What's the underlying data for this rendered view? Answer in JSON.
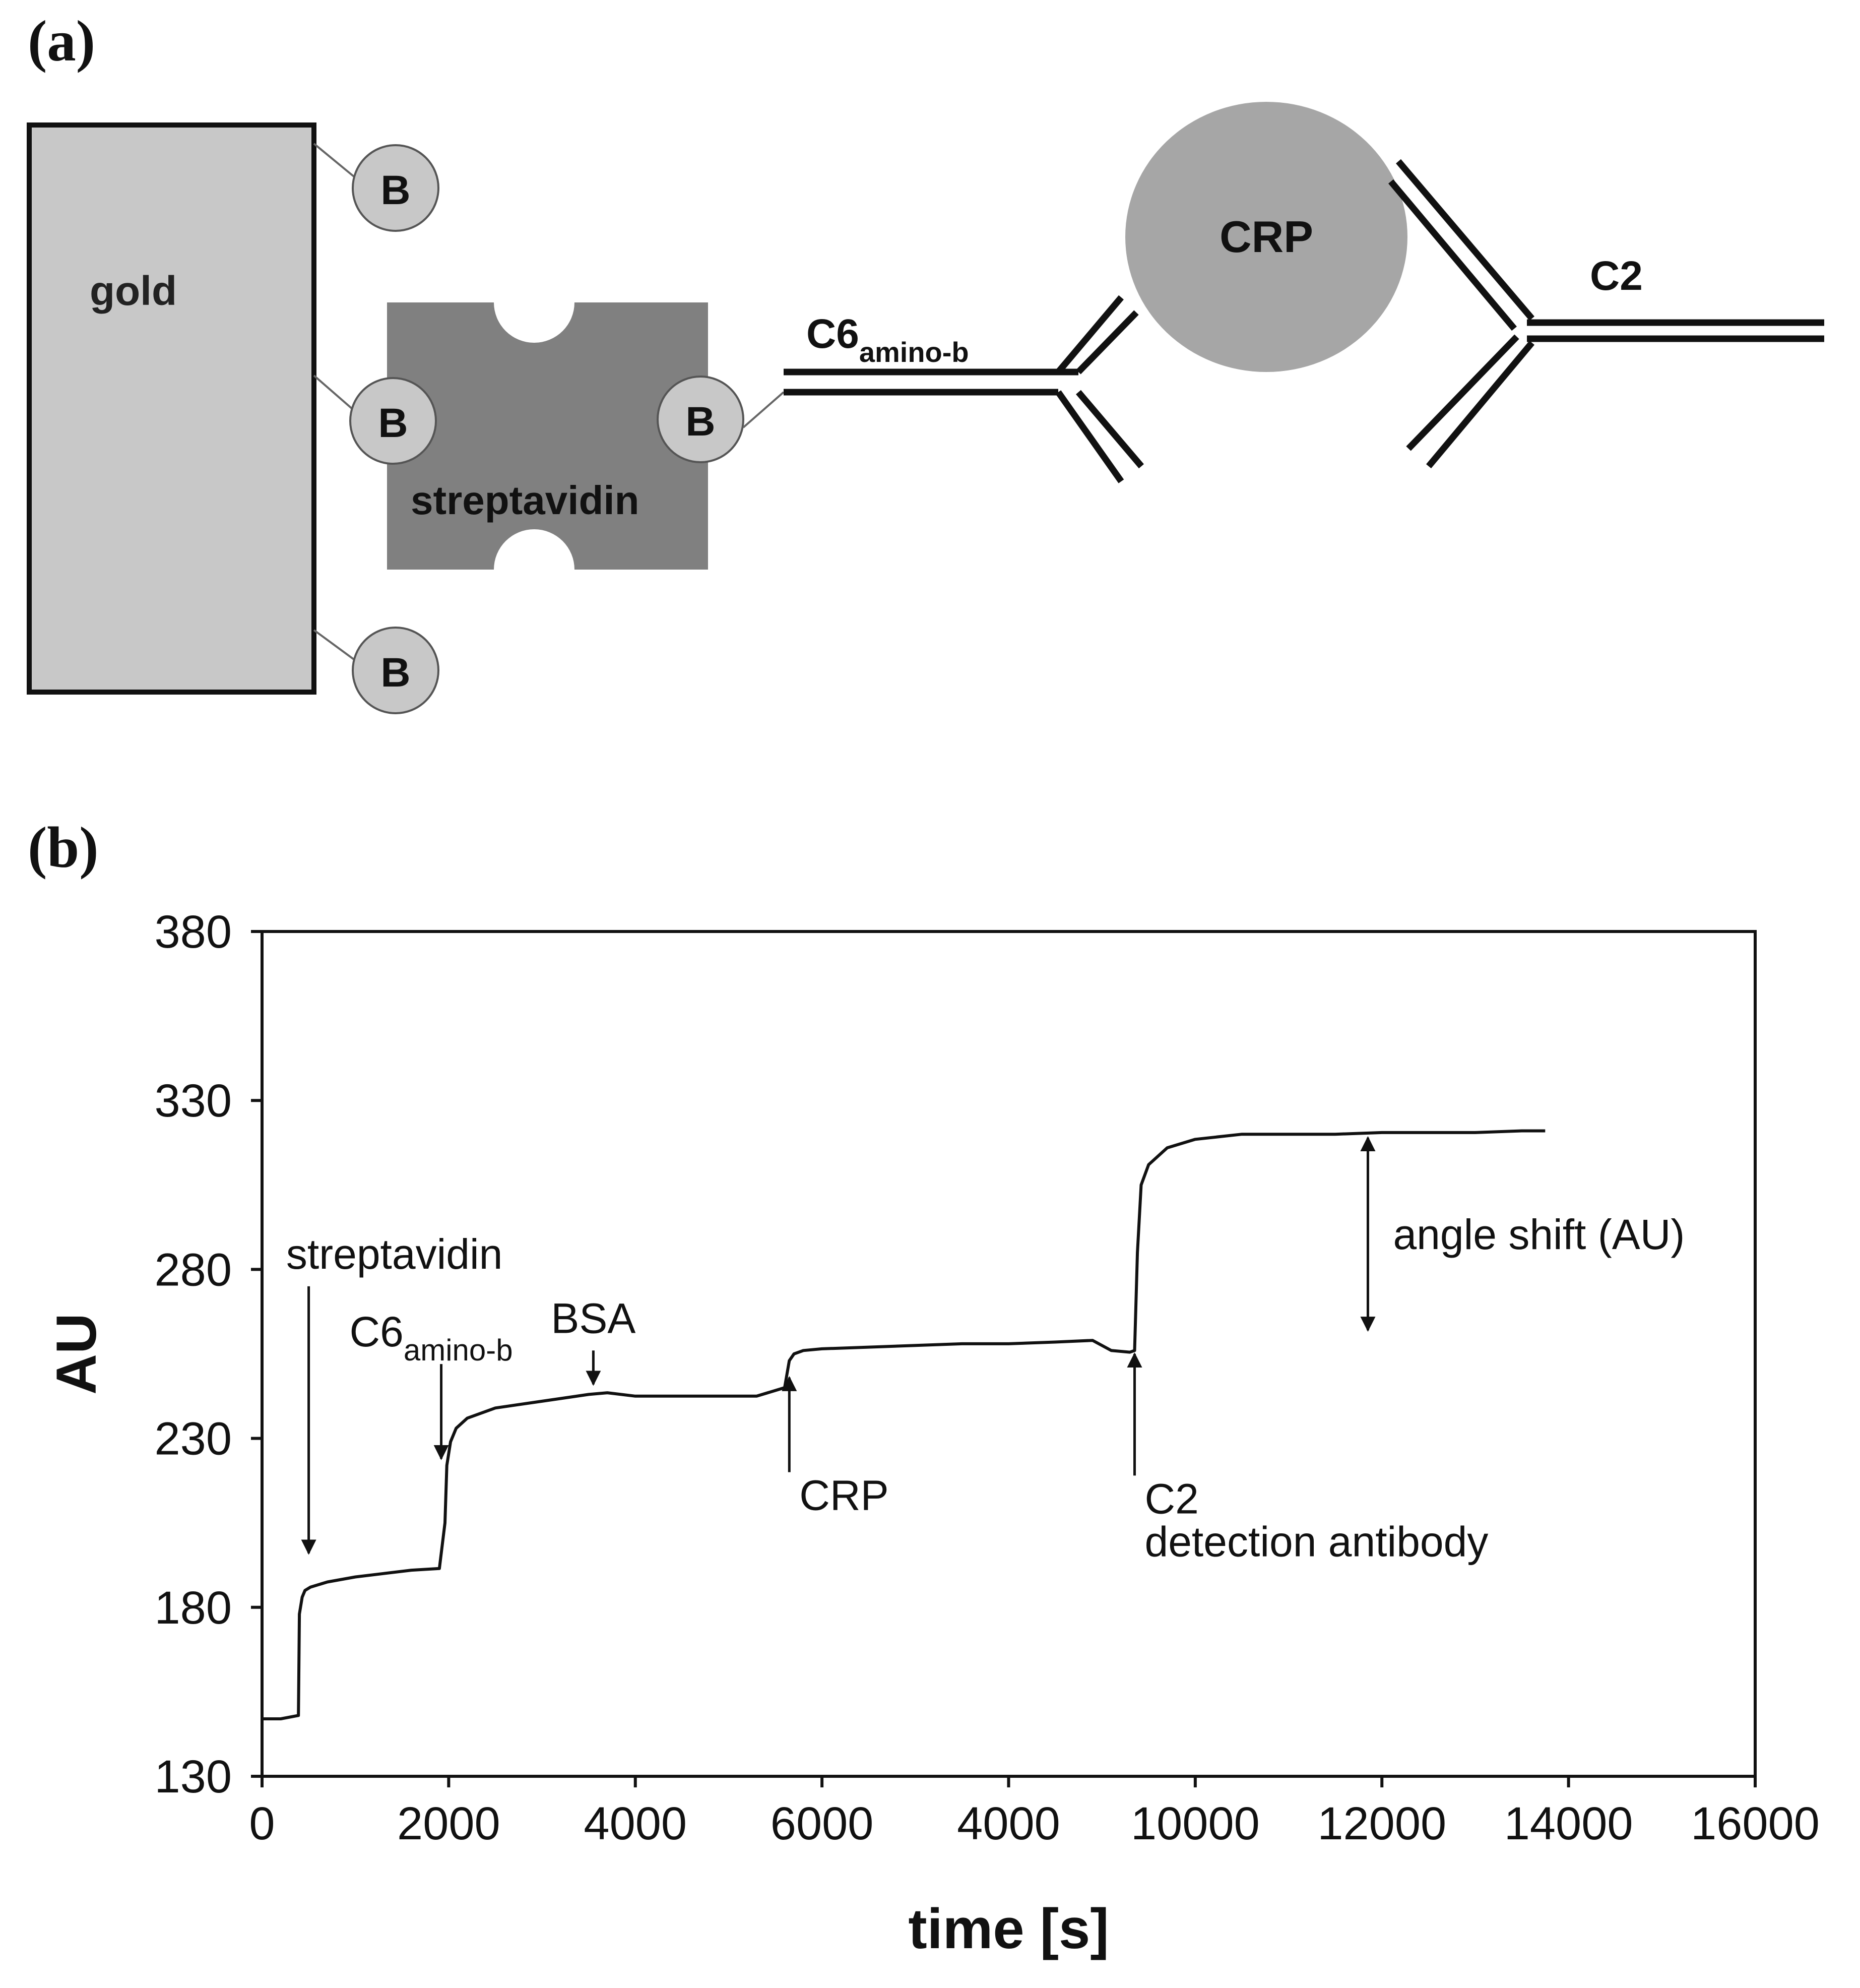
{
  "panel_a": {
    "label": "(a)",
    "gold_label": "gold",
    "biotin_label": "B",
    "streptavidin_label": "streptavidin",
    "c6_main": "C6",
    "c6_sub": "amino-b",
    "crp_label": "CRP",
    "c2_label": "C2",
    "colors": {
      "gold_fill": "#c8c8c8",
      "streptavidin_fill": "#808080",
      "biotin_fill": "#c8c8c8",
      "crp_fill": "#a6a6a6",
      "ink": "#111111"
    }
  },
  "panel_b": {
    "label": "(b)"
  },
  "chart_data": {
    "type": "line",
    "xlabel": "time [s]",
    "ylabel": "AU",
    "xlim": [
      0,
      16000
    ],
    "ylim": [
      130,
      380
    ],
    "x_ticks": [
      0,
      2000,
      4000,
      6000,
      8000,
      10000,
      12000,
      14000,
      16000
    ],
    "x_tick_labels": [
      "0",
      "2000",
      "4000",
      "6000",
      "4000",
      "10000",
      "12000",
      "14000",
      "16000"
    ],
    "y_ticks": [
      130,
      180,
      230,
      280,
      330,
      380
    ],
    "y_tick_labels": [
      "130",
      "180",
      "230",
      "280",
      "330",
      "380"
    ],
    "grid": false,
    "series": [
      {
        "x": [
          0,
          200,
          390,
          400,
          430,
          460,
          520,
          700,
          1000,
          1300,
          1600,
          1900,
          1960,
          1980,
          2020,
          2080,
          2200,
          2500,
          3000,
          3500,
          3700,
          4000,
          4500,
          5000,
          5300,
          5600,
          5650,
          5700,
          5800,
          6000,
          6500,
          7000,
          7500,
          8000,
          8500,
          8900,
          9100,
          9300,
          9350,
          9380,
          9420,
          9500,
          9700,
          10000,
          10500,
          11000,
          11500,
          12000,
          12500,
          13000,
          13500,
          13750
        ],
        "y": [
          147,
          147,
          148,
          178,
          183,
          185,
          186,
          187.5,
          189,
          190,
          191,
          191.5,
          205,
          222,
          229,
          233,
          236,
          239,
          241,
          243,
          243.5,
          242.5,
          242.5,
          242.5,
          242.5,
          245,
          253,
          255,
          256,
          256.5,
          257,
          257.5,
          258,
          258,
          258.5,
          259,
          256,
          255.5,
          256,
          285,
          305,
          311,
          316,
          318.5,
          320,
          320,
          320,
          320.5,
          320.5,
          320.5,
          321,
          321
        ]
      }
    ],
    "annotations": [
      {
        "text": "streptavidin",
        "x": 500,
        "arrow_from": 275,
        "arrow_to": 196,
        "dir": "down"
      },
      {
        "text": "C6",
        "sub": "amino-b",
        "x": 1920,
        "arrow_from": 252,
        "arrow_to": 224,
        "dir": "down"
      },
      {
        "text": "BSA",
        "x": 3550,
        "arrow_from": 256,
        "arrow_to": 246,
        "dir": "down"
      },
      {
        "text": "CRP",
        "x": 5650,
        "arrow_from": 220,
        "arrow_to": 248,
        "dir": "up"
      },
      {
        "text": "C2",
        "text2": "detection antibody",
        "x": 9350,
        "arrow_from": 219,
        "arrow_to": 255,
        "dir": "up"
      },
      {
        "text": "angle shift (AU)",
        "x": 11850,
        "arrow_from": 262,
        "arrow_to": 319,
        "dir": "both"
      }
    ]
  }
}
